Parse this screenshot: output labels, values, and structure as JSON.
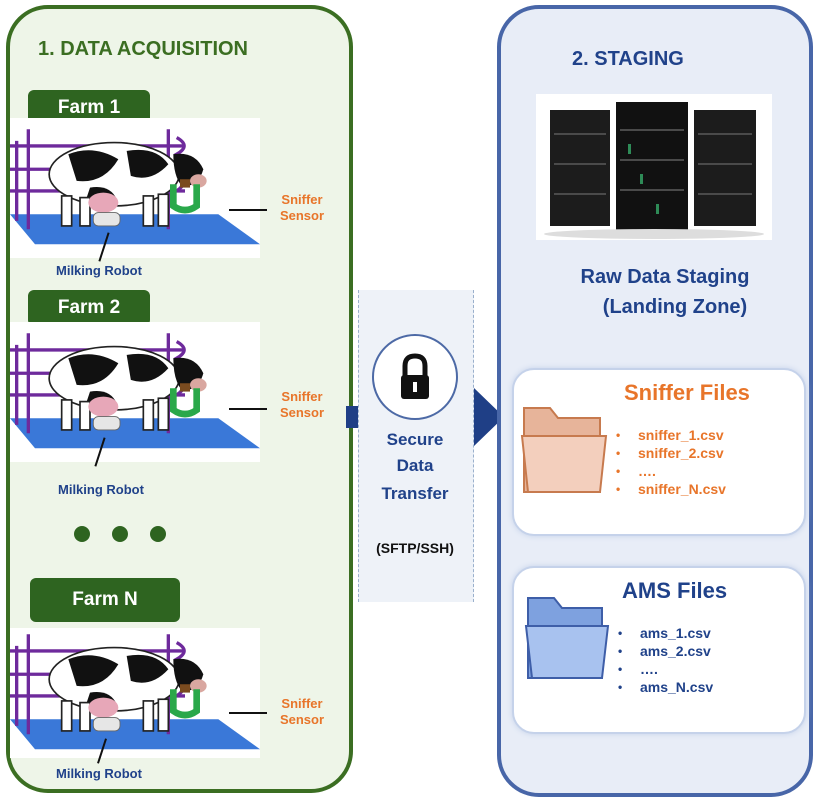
{
  "acquisition": {
    "title": "1. DATA ACQUISITION",
    "farms": [
      {
        "name": "Farm 1",
        "sniffer_label": "Sniffer Sensor",
        "robot_label": "Milking Robot"
      },
      {
        "name": "Farm 2",
        "sniffer_label": "Sniffer Sensor",
        "robot_label": "Milking Robot"
      },
      {
        "name": "Farm N",
        "sniffer_label": "Sniffer Sensor",
        "robot_label": "Milking Robot"
      }
    ]
  },
  "transfer": {
    "line1": "Secure",
    "line2": "Data",
    "line3": "Transfer",
    "protocol": "(SFTP/SSH)",
    "icon": "lock-icon"
  },
  "staging": {
    "title": "2. STAGING",
    "zone_line1": "Raw Data Staging",
    "zone_line2": "(Landing Zone)",
    "sniffer_files": {
      "title": "Sniffer Files",
      "items": [
        "sniffer_1.csv",
        "sniffer_2.csv",
        "….",
        "sniffer_N.csv"
      ],
      "color": "#e8752a"
    },
    "ams_files": {
      "title": "AMS Files",
      "items": [
        "ams_1.csv",
        "ams_2.csv",
        "….",
        "ams_N.csv"
      ],
      "color": "#20428a"
    }
  },
  "colors": {
    "acquisition_border": "#3b6e22",
    "staging_border": "#4866a8",
    "farm_badge": "#2e6420",
    "arrow": "#1f3f86"
  }
}
